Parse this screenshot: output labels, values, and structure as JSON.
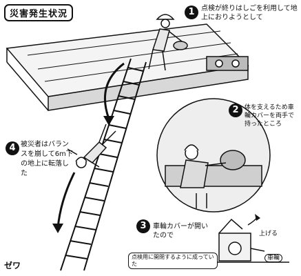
{
  "title": "災害発生状況",
  "steps": [
    {
      "number": "1",
      "text": "点検が終りはしごを利用して地上におりようとして"
    },
    {
      "number": "2",
      "text": "体を支えるため車輪カバーを両手で持ったところ"
    },
    {
      "number": "3",
      "text": "車輪カバーが開いたので"
    },
    {
      "number": "4",
      "text": "被災者はバランスを崩して6m下の地上に転落した"
    }
  ],
  "labels": {
    "inspection_note": "点検用に開閉するように成っていた",
    "lift": "上げる",
    "wheel": "車輪",
    "signature": "ゼワ"
  }
}
